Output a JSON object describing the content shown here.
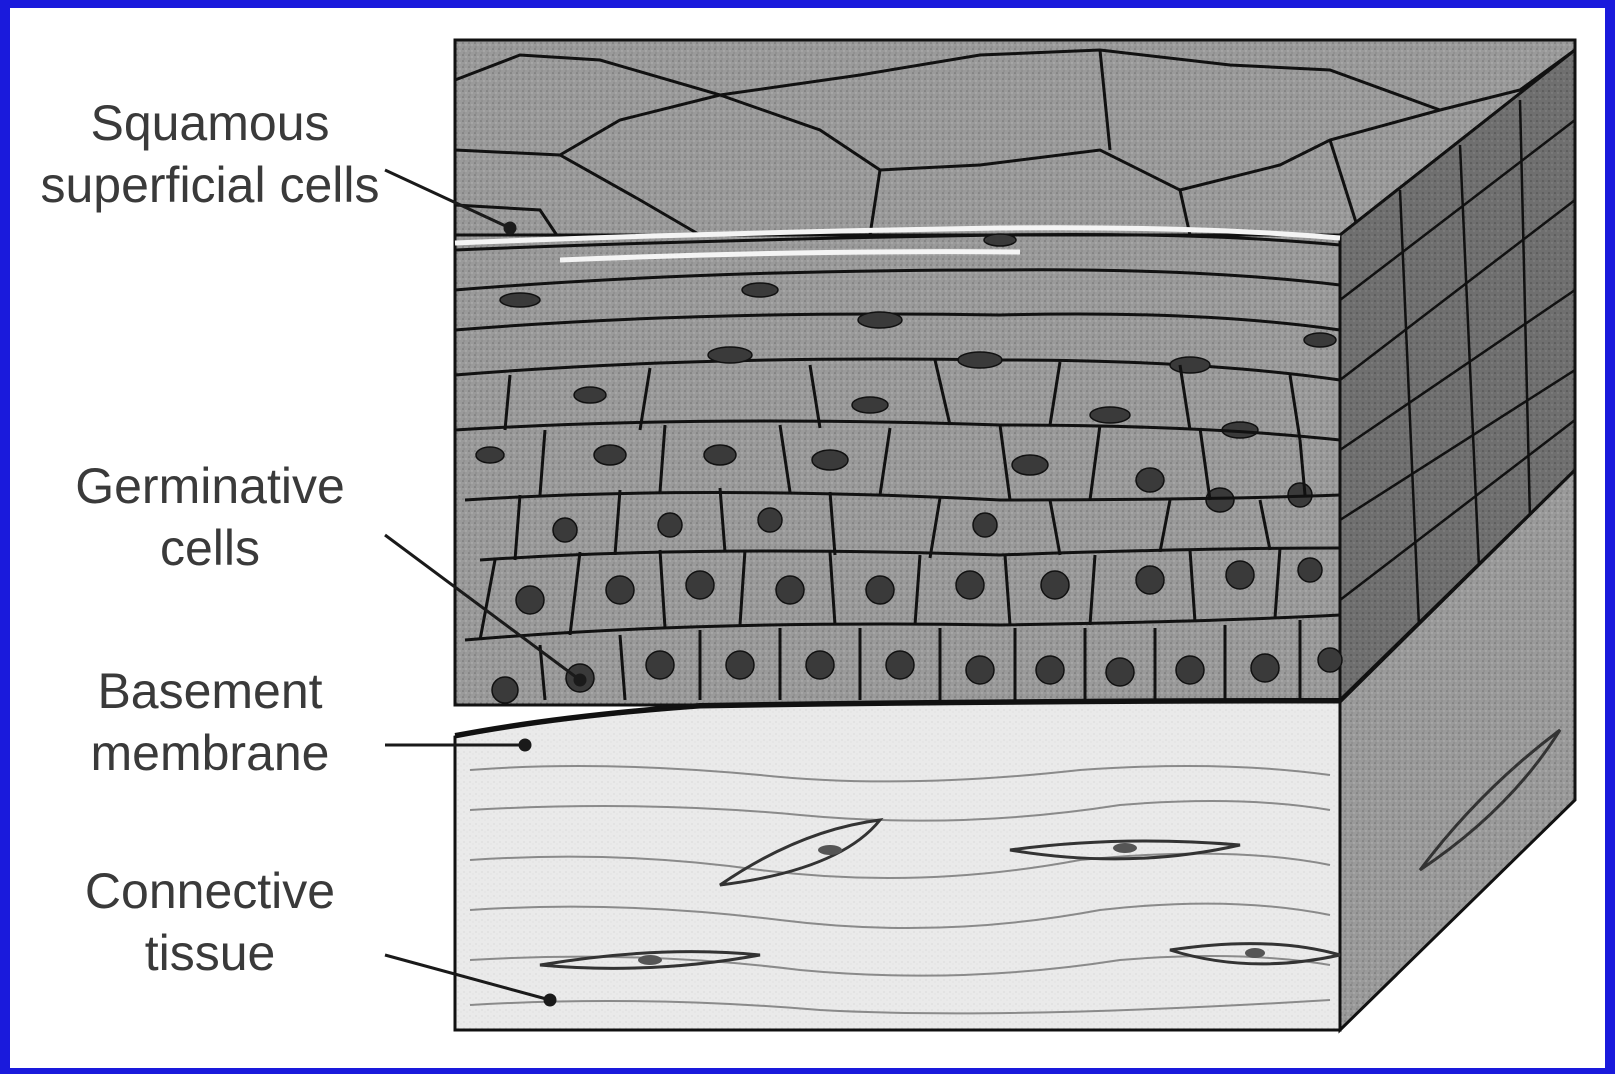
{
  "labels": {
    "squamous": "Squamous superficial cells",
    "germinative": "Germinative cells",
    "basement": "Basement membrane",
    "connective": "Connective tissue"
  },
  "colors": {
    "border": "#1a1adc",
    "background": "#ffffff",
    "text": "#3a3a3a"
  }
}
